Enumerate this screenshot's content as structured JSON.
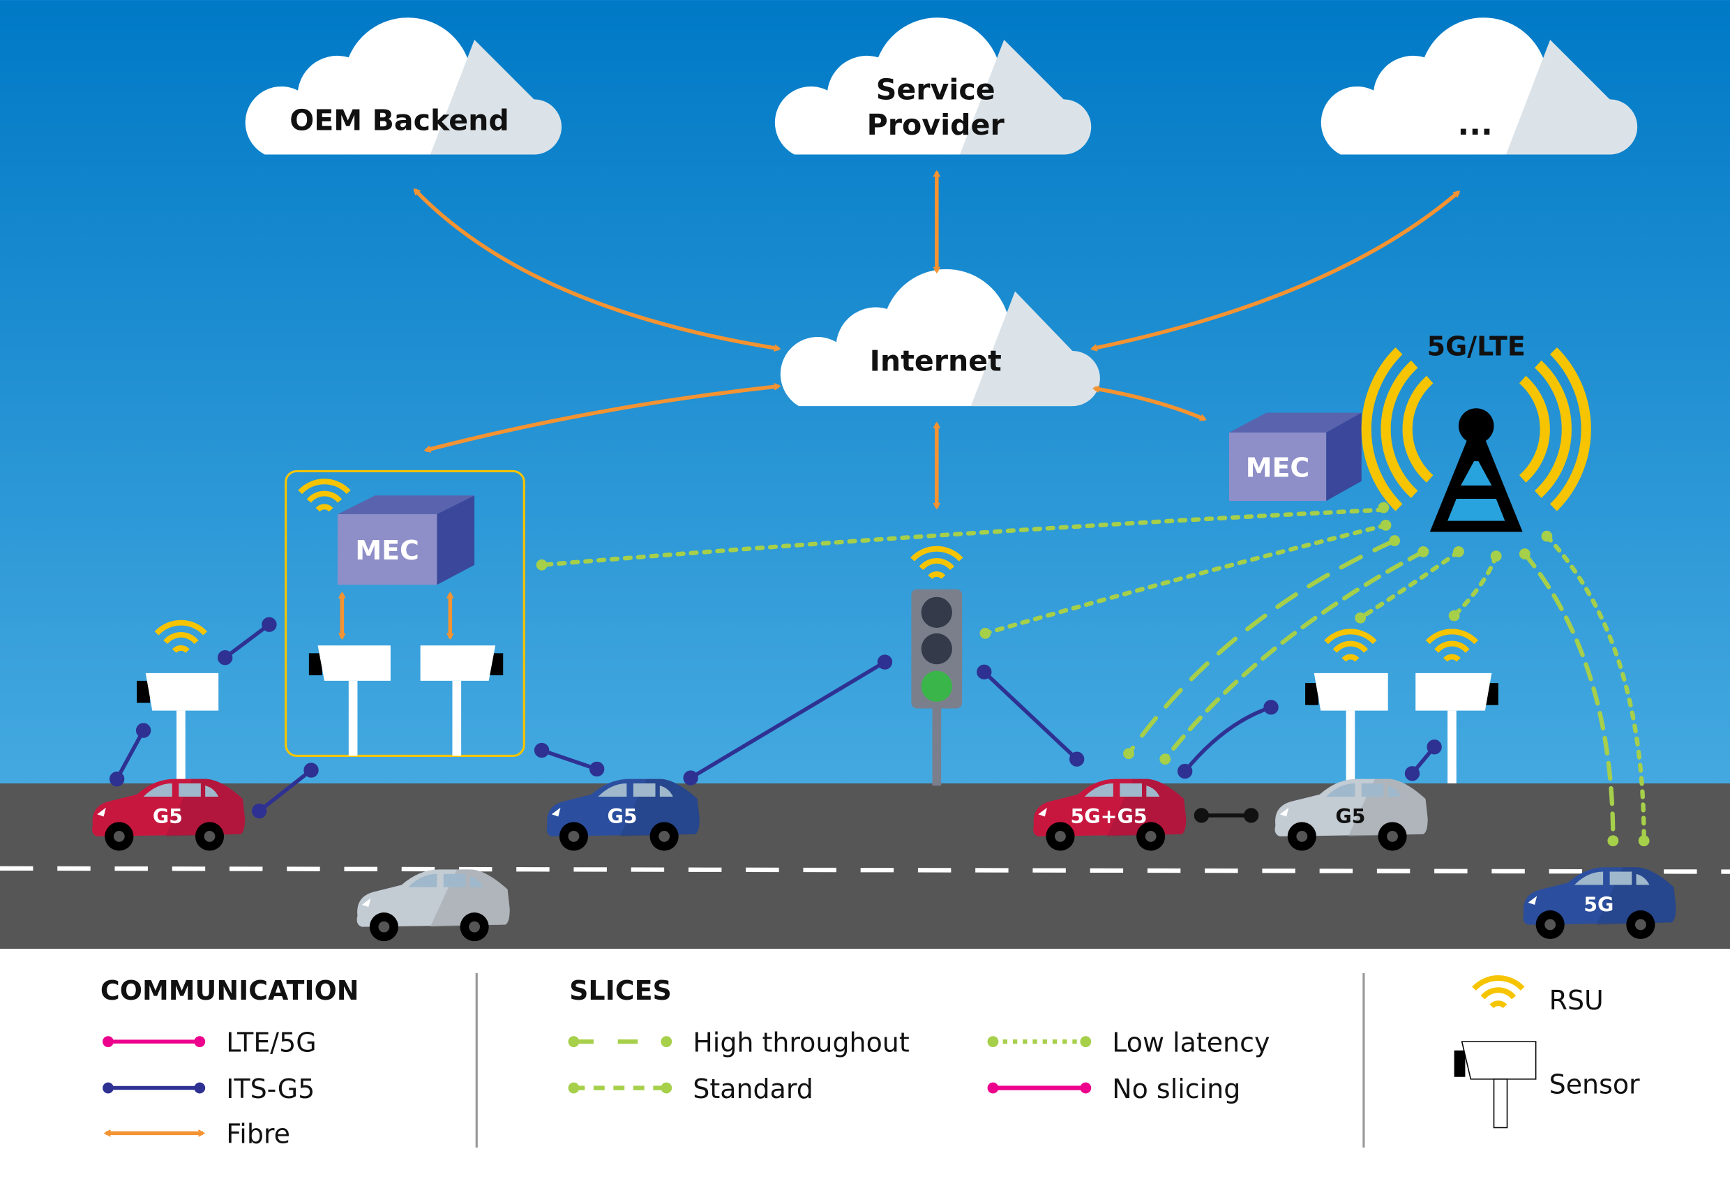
{
  "diagram": {
    "title": "",
    "colors": {
      "sky_top": "#0079c6",
      "sky_bottom": "#45a9e0",
      "road": "#565656",
      "fibre": "#f39332",
      "its_g5": "#2e3192",
      "lte_5g": "#ec008c",
      "slice_green": "#a6cf4a",
      "rsu_yellow": "#f6c400",
      "mec_face": "#8e8ec8",
      "mec_side": "#3a479a",
      "mec_top": "#5a63ad",
      "car_red": "#c8173f",
      "car_blue": "#2b4f9e",
      "car_grey": "#c3cbd3"
    },
    "clouds": [
      {
        "id": "oem-backend",
        "lines": [
          "OEM Backend"
        ]
      },
      {
        "id": "service-provider",
        "lines": [
          "Service",
          "Provider"
        ]
      },
      {
        "id": "more",
        "lines": [
          "..."
        ]
      },
      {
        "id": "internet",
        "lines": [
          "Internet"
        ]
      }
    ],
    "tower": {
      "label": "5G/LTE"
    },
    "mec_boxes": [
      {
        "id": "mec-roadside",
        "label": "MEC"
      },
      {
        "id": "mec-tower",
        "label": "MEC"
      }
    ],
    "cars": [
      {
        "id": "car-red-left",
        "label": "G5",
        "color": "red"
      },
      {
        "id": "car-blue-center",
        "label": "G5",
        "color": "blue"
      },
      {
        "id": "car-grey-lower",
        "label": "",
        "color": "grey"
      },
      {
        "id": "car-red-right",
        "label": "5G+G5",
        "color": "red"
      },
      {
        "id": "car-grey-right",
        "label": "G5",
        "color": "grey"
      },
      {
        "id": "car-blue-right",
        "label": "5G",
        "color": "blue"
      }
    ],
    "connections": [
      {
        "from": "internet",
        "to": "oem-backend",
        "type": "Fibre"
      },
      {
        "from": "internet",
        "to": "service-provider",
        "type": "Fibre"
      },
      {
        "from": "internet",
        "to": "more",
        "type": "Fibre"
      },
      {
        "from": "internet",
        "to": "mec-roadside",
        "type": "Fibre"
      },
      {
        "from": "internet",
        "to": "mec-tower",
        "type": "Fibre"
      },
      {
        "from": "internet",
        "to": "traffic-light",
        "type": "Fibre"
      },
      {
        "from": "mec-roadside",
        "to": "sensor-1",
        "type": "Fibre"
      },
      {
        "from": "mec-roadside",
        "to": "sensor-2",
        "type": "Fibre"
      },
      {
        "from": "tower",
        "to": "mec-roadside",
        "type": "Low latency"
      },
      {
        "from": "tower",
        "to": "traffic-light",
        "type": "Low latency"
      },
      {
        "from": "tower",
        "to": "car-red-right",
        "type": "High throughout"
      },
      {
        "from": "tower",
        "to": "car-red-right",
        "type": "Standard"
      },
      {
        "from": "tower",
        "to": "rsu-right-1",
        "type": "Low latency"
      },
      {
        "from": "tower",
        "to": "rsu-right-2",
        "type": "Low latency"
      },
      {
        "from": "tower",
        "to": "car-blue-right",
        "type": "Standard"
      },
      {
        "from": "tower",
        "to": "car-blue-right",
        "type": "Low latency"
      },
      {
        "from": "car-red-right",
        "to": "car-grey-right",
        "type": "ITS-G5"
      }
    ]
  },
  "legend": {
    "communication": {
      "heading": "COMMUNICATION",
      "items": [
        {
          "label": "LTE/5G",
          "style": "solid-pink"
        },
        {
          "label": "ITS-G5",
          "style": "solid-navy"
        },
        {
          "label": "Fibre",
          "style": "double-arrow-orange"
        }
      ]
    },
    "slices": {
      "heading": "SLICES",
      "items": [
        {
          "label": "High throughout",
          "style": "long-dash-green"
        },
        {
          "label": "Standard",
          "style": "dash-green"
        },
        {
          "label": "Low latency",
          "style": "dotted-green"
        },
        {
          "label": "No slicing",
          "style": "solid-pink"
        }
      ]
    },
    "symbols": {
      "items": [
        {
          "label": "RSU",
          "icon": "wifi-icon"
        },
        {
          "label": "Sensor",
          "icon": "sensor-icon"
        }
      ]
    }
  }
}
